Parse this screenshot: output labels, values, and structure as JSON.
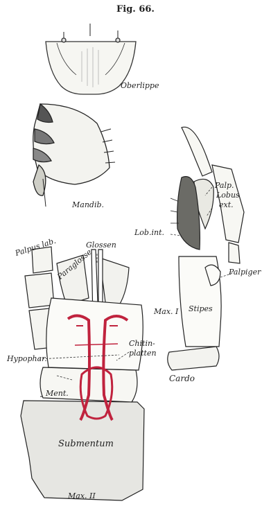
{
  "figure": {
    "title": "Fig. 66."
  },
  "labels": {
    "oberlippe": "Oberlippe",
    "mandib": "Mandib.",
    "palp": "Palp.",
    "lobus": "Lobus",
    "ext": "ext.",
    "lob_int": "Lob.int.",
    "palpiger": "Palpiger",
    "max_i": "Max. I",
    "stipes": "Stipes",
    "cardo": "Cardo",
    "palpus_lab": "Palpus lab.",
    "glossen": "Glossen",
    "paraglosse": "Paraglosse",
    "hypophar": "Hypophar.",
    "chitin": "Chitin-",
    "platten": "platten",
    "ment": "Ment.",
    "submentum": "Submentum",
    "max_ii": "Max. II"
  },
  "colors": {
    "ink": "#222222",
    "red_chitin": "#c0233e",
    "shade": "#e6e6e2"
  }
}
